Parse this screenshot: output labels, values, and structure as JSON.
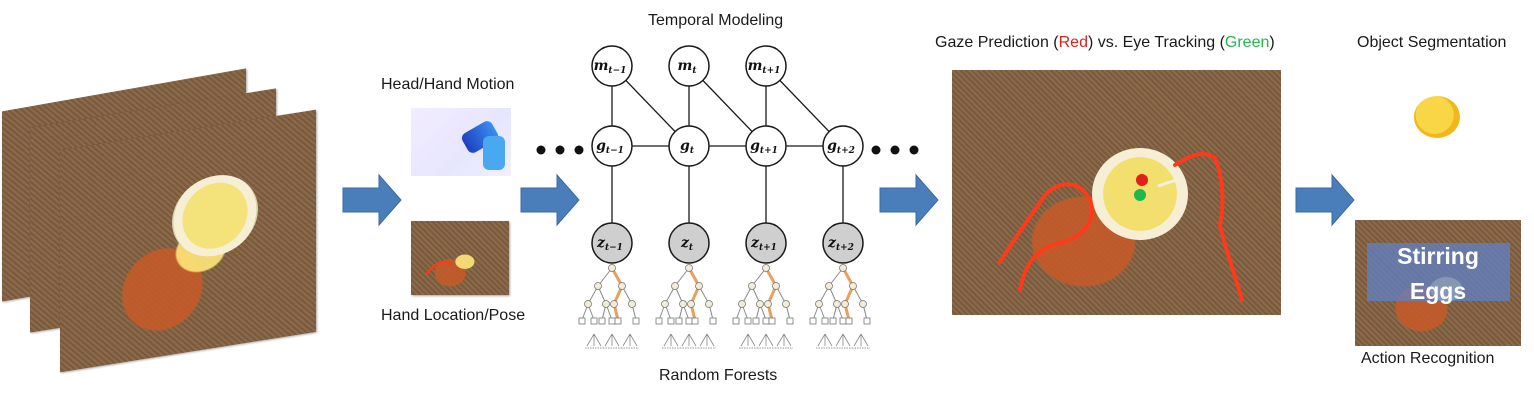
{
  "labels": {
    "head_hand_motion": "Head/Hand Motion",
    "hand_location_pose": "Hand Location/Pose",
    "temporal_modeling": "Temporal Modeling",
    "random_forests": "Random Forests",
    "gaze_prefix": "Gaze Prediction (",
    "gaze_red": "Red",
    "gaze_mid": ")  vs. Eye Tracking (",
    "gaze_green": "Green",
    "gaze_suffix": ")",
    "object_segmentation": "Object Segmentation",
    "action_recognition": "Action Recognition",
    "action_line1": "Stirring",
    "action_line2": "Eggs"
  },
  "model": {
    "m_nodes": [
      {
        "base": "m",
        "sub": "t−1"
      },
      {
        "base": "m",
        "sub": "t"
      },
      {
        "base": "m",
        "sub": "t+1"
      }
    ],
    "g_nodes": [
      {
        "base": "g",
        "sub": "t−1"
      },
      {
        "base": "g",
        "sub": "t"
      },
      {
        "base": "g",
        "sub": "t+1"
      },
      {
        "base": "g",
        "sub": "t+2"
      }
    ],
    "z_nodes": [
      {
        "base": "z",
        "sub": "t−1"
      },
      {
        "base": "z",
        "sub": "t"
      },
      {
        "base": "z",
        "sub": "t+1"
      },
      {
        "base": "z",
        "sub": "t+2"
      }
    ],
    "ellipsis": "● ● ●"
  },
  "colors": {
    "arrow": "#4a7ebb",
    "gaze_red": "#e0201a",
    "gaze_green": "#1fb84a",
    "hand_outline": "#ff3a1a",
    "tree_branch": "#e8a060",
    "z_fill": "#cfcfcf"
  }
}
